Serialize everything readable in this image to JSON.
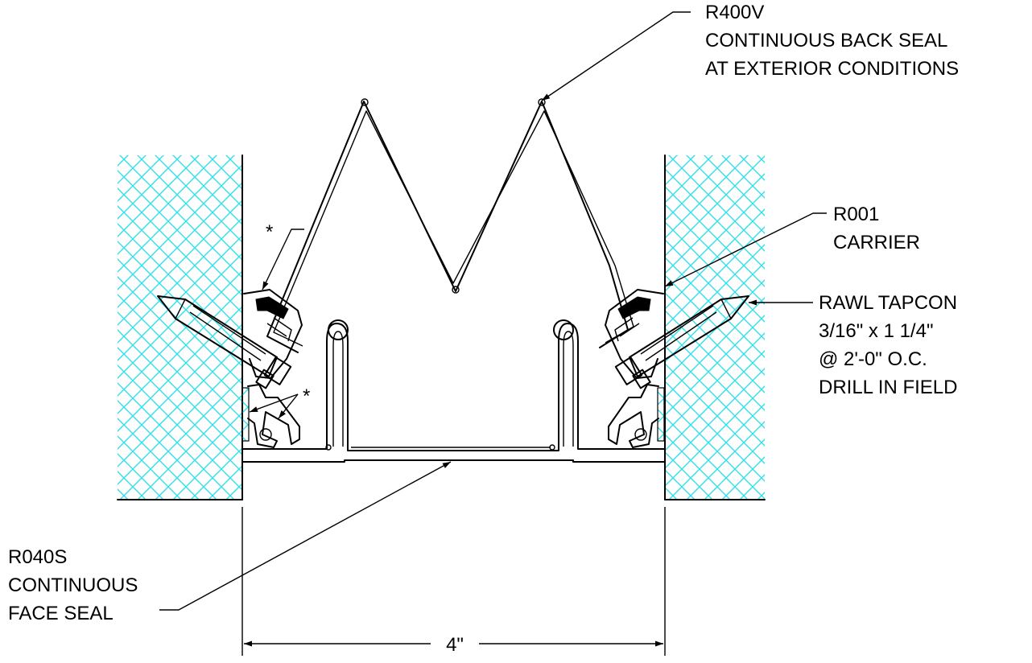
{
  "labels": {
    "back_seal": [
      "R400V",
      "CONTINUOUS BACK SEAL",
      "AT EXTERIOR CONDITIONS"
    ],
    "carrier": [
      "R001",
      "CARRIER"
    ],
    "fastener": [
      "RAWL TAPCON",
      "3/16\" x 1 1/4\"",
      "@ 2'-0\" O.C.",
      "DRILL IN FIELD"
    ],
    "face_seal": [
      "R040S",
      "CONTINUOUS",
      "FACE SEAL"
    ],
    "dimension": "4\"",
    "note_marker": "*"
  },
  "colors": {
    "substrate_hatch": "#2fe0e8",
    "linework": "#000000"
  }
}
